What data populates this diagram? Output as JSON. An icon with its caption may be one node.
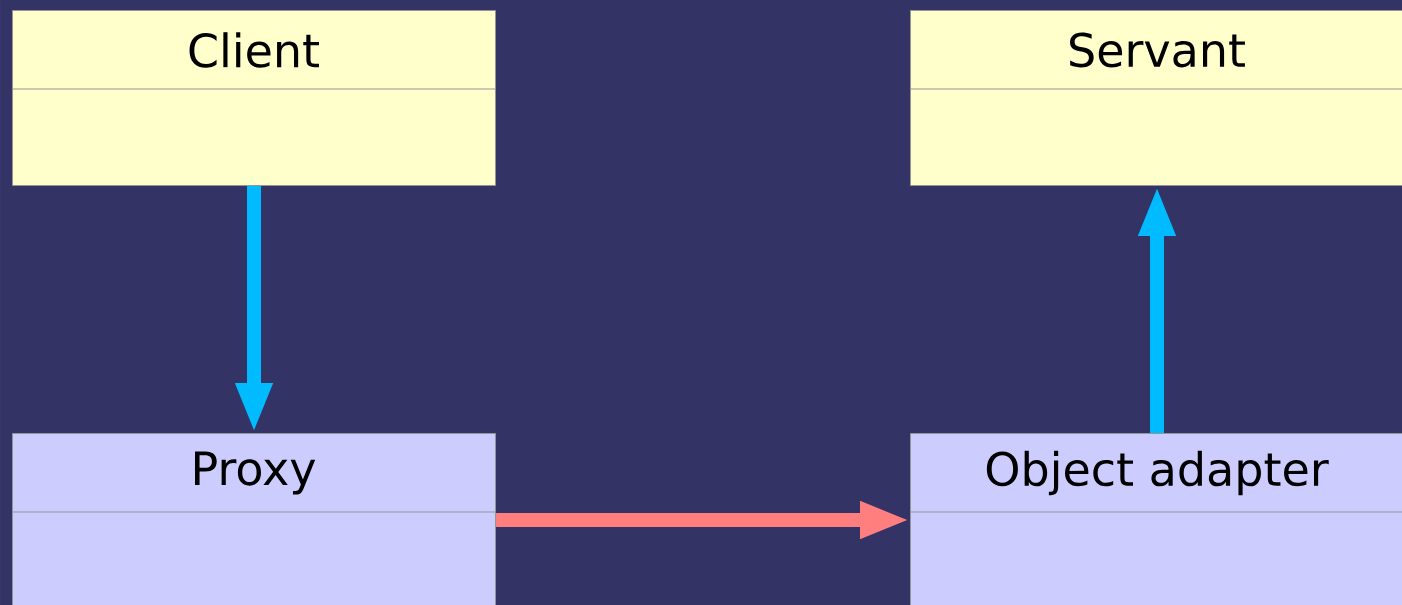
{
  "diagram": {
    "nodes": [
      {
        "text": [
          "Client"
        ]
      },
      {
        "text": [
          "Servant"
        ]
      },
      {
        "text": [
          "Proxy"
        ]
      },
      {
        "text": [
          "Object adapter"
        ]
      }
    ],
    "edges": [
      {
        "from": 0,
        "to": 2,
        "arrow": "to"
      },
      {
        "from": 3,
        "to": 1,
        "arrow": "to"
      },
      {
        "from": 2,
        "to": 3,
        "arrow": "to",
        "color": "#ff7f7f"
      }
    ]
  }
}
